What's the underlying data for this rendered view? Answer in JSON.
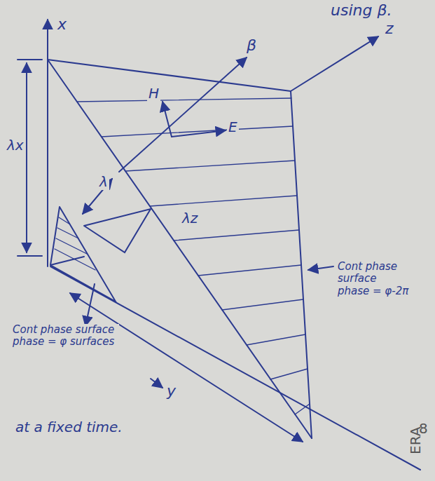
{
  "diagram": {
    "labels": [
      "using β.",
      "x",
      "z",
      "β",
      "H",
      "E",
      "λx",
      "λ",
      "λz",
      "Cont phase surface phase = φ-2π",
      "Cont phase surface phase = φ surfaces",
      "y",
      "at a fixed time.",
      "8",
      "ERA"
    ]
  }
}
